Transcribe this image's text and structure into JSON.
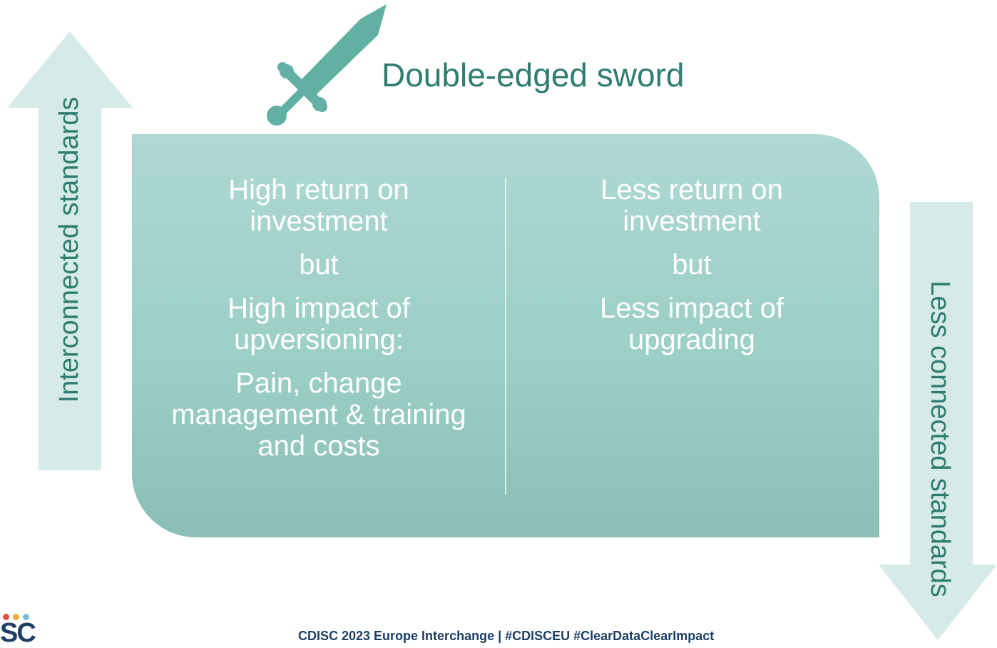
{
  "slide": {
    "title": "Double-edged sword",
    "left_axis_label": "Interconnected standards",
    "right_axis_label": "Less connected standards",
    "left_column": {
      "line1": "High return on investment",
      "line2": "but",
      "line3": "High impact of upversioning:",
      "line4": "Pain, change management & training and costs"
    },
    "right_column": {
      "line1": "Less return on investment",
      "line2": "but",
      "line3": "Less impact of upgrading"
    },
    "footer": "CDISC 2023 Europe Interchange | #CDISCEU #ClearDataClearImpact",
    "logo_text": "SC"
  },
  "colors": {
    "accent": "#2e7d70",
    "arrow": "#d6ebe8",
    "box_top": "#aed8d3",
    "box_bottom": "#8bbfb5",
    "sword": "#62b0a4",
    "footer": "#1d3f66",
    "logo_dots": [
      "#e24c3a",
      "#f2a93b",
      "#7fb8d6"
    ]
  },
  "icons": {
    "sword": "sword-icon",
    "up_arrow": "arrow-up-icon",
    "down_arrow": "arrow-down-icon"
  }
}
